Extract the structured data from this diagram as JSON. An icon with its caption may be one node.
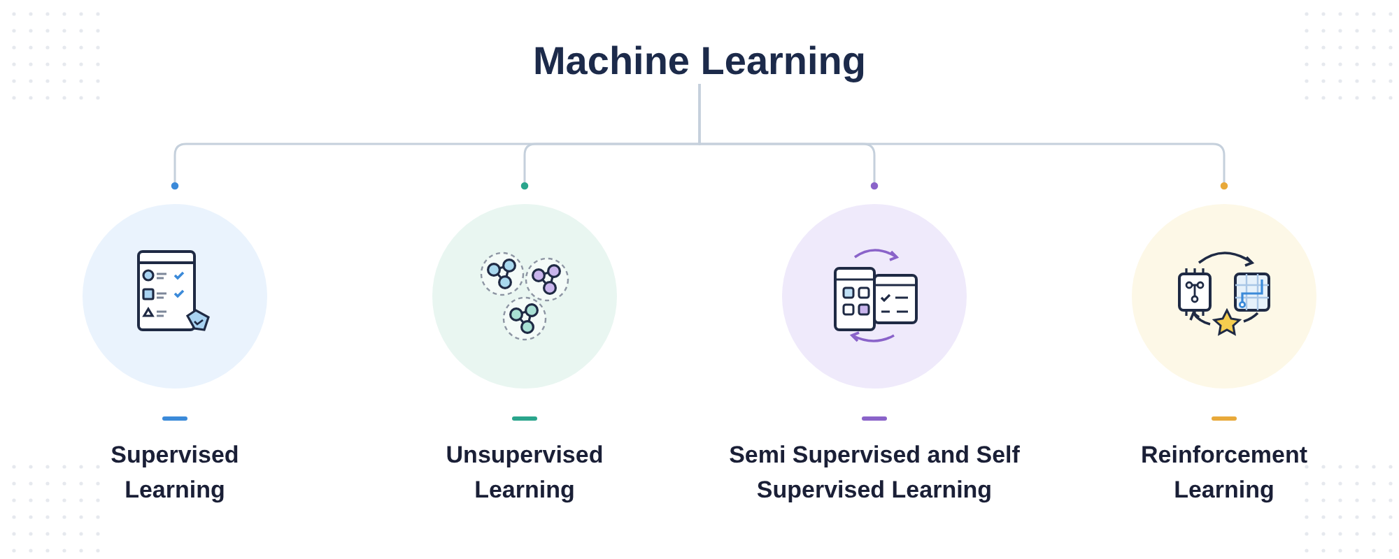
{
  "diagram": {
    "nodes": [
      {
        "text": [
          "Machine Learning"
        ]
      },
      {
        "text": [
          "Supervised Learning"
        ]
      },
      {
        "text": [
          "Unsupervised Learning"
        ]
      },
      {
        "text": [
          "Semi Supervised and Self Supervised Learning"
        ]
      },
      {
        "text": [
          "Reinforcement Learning"
        ]
      }
    ],
    "edges": [
      {
        "from": 0,
        "to": 1,
        "arrow": "other"
      },
      {
        "from": 0,
        "to": 2,
        "arrow": "other"
      },
      {
        "from": 0,
        "to": 3,
        "arrow": "other"
      },
      {
        "from": 0,
        "to": 4,
        "arrow": "other"
      }
    ]
  }
}
